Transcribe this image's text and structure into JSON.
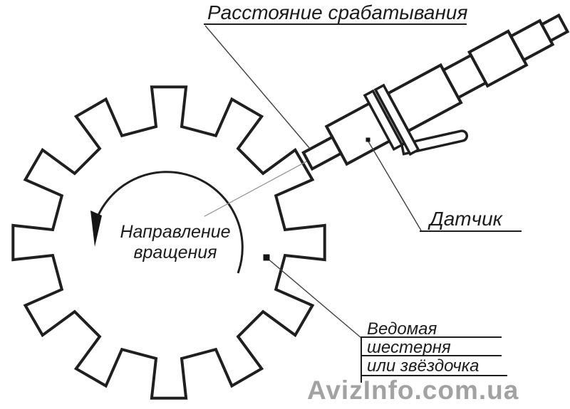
{
  "labels": {
    "actuation_distance": "Расстояние срабатывания",
    "sensor": "Датчик",
    "rotation_line1": "Направление",
    "rotation_line2": "вращения",
    "driven_line1": "Ведомая",
    "driven_line2": "шестерня",
    "driven_line3": "или звёздочка"
  },
  "watermark": "AvizInfo.com.ua",
  "drawing": {
    "gear_teeth_count": 12,
    "rotation_direction": "counterclockwise"
  },
  "colors": {
    "line": "#1f1f1f",
    "thin_line": "#3f3f3f",
    "centerline": "#8f8f8f",
    "watermark": "#a2a2a2",
    "paper": "#ffffff"
  }
}
